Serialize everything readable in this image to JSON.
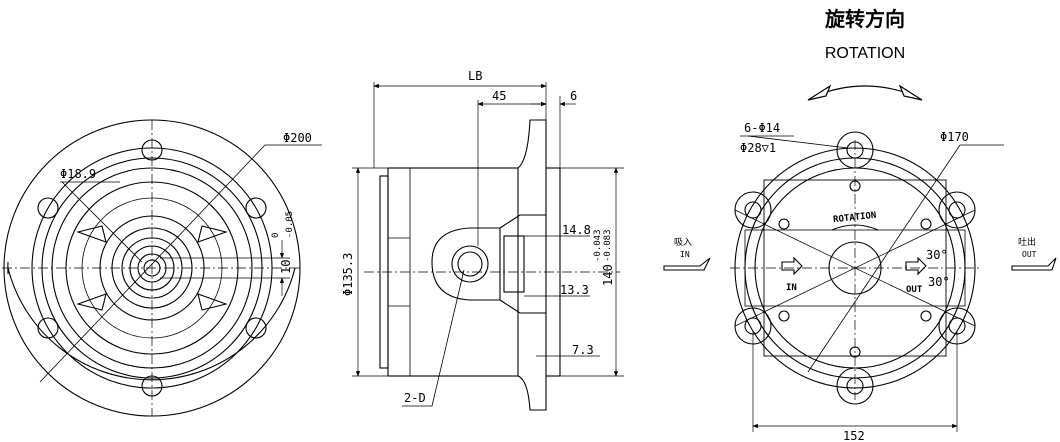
{
  "header": {
    "title_cn": "旋转方向",
    "title_en": "ROTATION"
  },
  "front_view": {
    "dia_outer": "Φ200",
    "dia_inner": "Φ18.9",
    "key_width": "10",
    "tol_upper": "0",
    "tol_lower": "-0.05"
  },
  "side_view": {
    "length": "LB",
    "offset": "45",
    "flange_thk": "6",
    "dia_body": "Φ135.3",
    "spigot": "140",
    "spigot_tol_upper": "-0.043",
    "spigot_tol_lower": "-0.083",
    "d1": "14.8",
    "d2": "13.3",
    "d3": "7.3",
    "port": "2-D"
  },
  "rear_view": {
    "holes": "6-Φ14",
    "counterbore": "Φ28▽1",
    "dia_pcd": "Φ170",
    "width": "152",
    "angle1": "30°",
    "angle2": "30°",
    "rotation_label": "ROTATION",
    "in_label": "IN",
    "out_label": "OUT",
    "suction_cn": "吸入",
    "suction_en": "IN",
    "discharge_cn": "吐出",
    "discharge_en": "OUT"
  }
}
